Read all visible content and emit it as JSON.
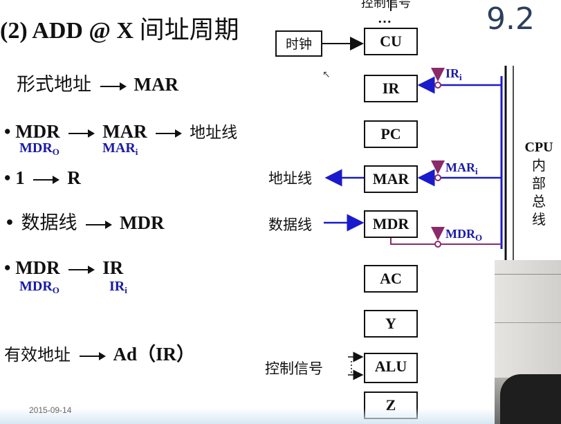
{
  "slide": {
    "title_prefix": "(2) ADD @ X",
    "title_cn": "间址周期",
    "number": "9.2",
    "date": "2015-09-14"
  },
  "steps": [
    {
      "from": "形式地址",
      "to": "MAR"
    },
    {
      "from": "• MDR",
      "mid": "MAR",
      "to": "地址线",
      "sig1": "MDR",
      "sig1_sub": "O",
      "sig2": "MAR",
      "sig2_sub": "i"
    },
    {
      "from": "• 1",
      "to": "R"
    },
    {
      "from": "• 数据线",
      "to": "MDR"
    },
    {
      "from": "• MDR",
      "to": "IR",
      "sig1": "MDR",
      "sig1_sub": "O",
      "sig2": "IR",
      "sig2_sub": "i"
    },
    {
      "from": "有效地址",
      "to": "Ad（IR）"
    }
  ],
  "diagram": {
    "control_signal_top": "控制信号",
    "dots": "…",
    "clock": "时钟",
    "registers": [
      "CU",
      "IR",
      "PC",
      "MAR",
      "MDR",
      "AC",
      "Y",
      "ALU",
      "Z"
    ],
    "addr_line": "地址线",
    "data_line": "数据线",
    "control_signal_alu": "控制信号",
    "signals": [
      {
        "name": "IR",
        "sub": "i"
      },
      {
        "name": "MAR",
        "sub": "i"
      },
      {
        "name": "MDR",
        "sub": "O"
      }
    ],
    "bus_label": [
      "CPU",
      "内",
      "部",
      "总",
      "线"
    ]
  },
  "colors": {
    "signal": "#1a1aa8",
    "bus": "#1a1acc",
    "mdr_out_line": "#8a2a6a",
    "slide_no": "#2b3f5c"
  }
}
